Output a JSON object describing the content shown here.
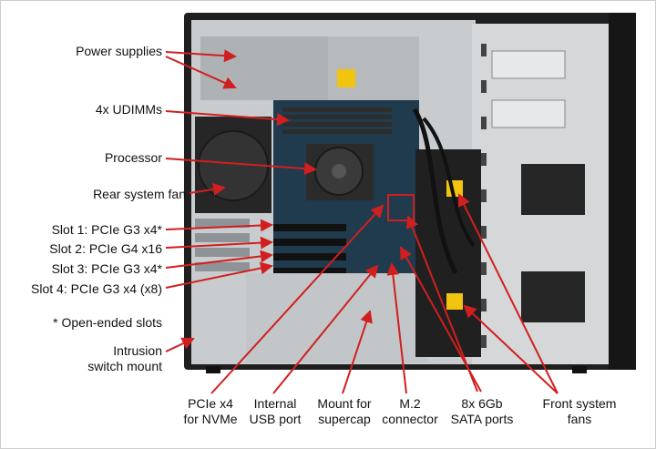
{
  "labels": {
    "power_supplies": "Power supplies",
    "udimms": "4x UDIMMs",
    "processor": "Processor",
    "rear_fan": "Rear system fan",
    "slot1": "Slot 1: PCIe G3 x4*",
    "slot2": "Slot 2: PCIe G4 x16",
    "slot3": "Slot 3: PCIe G3 x4*",
    "slot4": "Slot 4: PCIe G3 x4 (x8)",
    "open_ended": "* Open-ended slots",
    "intrusion_1": "Intrusion",
    "intrusion_2": "switch mount",
    "pcie_nvme_1": "PCIe x4",
    "pcie_nvme_2": "for NVMe",
    "usb_1": "Internal",
    "usb_2": "USB port",
    "supercap_1": "Mount for",
    "supercap_2": "supercap",
    "m2_1": "M.2",
    "m2_2": "connector",
    "sata_1": "8x 6Gb",
    "sata_2": "SATA ports",
    "front_fans_1": "Front system",
    "front_fans_2": "fans"
  },
  "colors": {
    "callout": "#d11f1f",
    "chassis": "#2a2a2a",
    "metal": "#bfc4c8"
  }
}
